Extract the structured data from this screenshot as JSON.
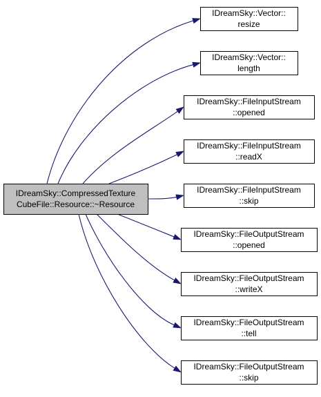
{
  "colors": {
    "edge": "#191970",
    "root_fill": "#bfbfbf",
    "node_fill": "#ffffff",
    "border": "#000000"
  },
  "root": {
    "id": "root",
    "lines": [
      "IDreamSky::CompressedTexture",
      "CubeFile::Resource::~Resource"
    ]
  },
  "nodes": [
    {
      "id": "n0",
      "lines": [
        "IDreamSky::Vector::",
        "resize"
      ]
    },
    {
      "id": "n1",
      "lines": [
        "IDreamSky::Vector::",
        "length"
      ]
    },
    {
      "id": "n2",
      "lines": [
        "IDreamSky::FileInputStream",
        "::opened"
      ]
    },
    {
      "id": "n3",
      "lines": [
        "IDreamSky::FileInputStream",
        "::readX"
      ]
    },
    {
      "id": "n4",
      "lines": [
        "IDreamSky::FileInputStream",
        "::skip"
      ]
    },
    {
      "id": "n5",
      "lines": [
        "IDreamSky::FileOutputStream",
        "::opened"
      ]
    },
    {
      "id": "n6",
      "lines": [
        "IDreamSky::FileOutputStream",
        "::writeX"
      ]
    },
    {
      "id": "n7",
      "lines": [
        "IDreamSky::FileOutputStream",
        "::tell"
      ]
    },
    {
      "id": "n8",
      "lines": [
        "IDreamSky::FileOutputStream",
        "::skip"
      ]
    }
  ],
  "edges": [
    {
      "from": "root",
      "to": "n0"
    },
    {
      "from": "root",
      "to": "n1"
    },
    {
      "from": "root",
      "to": "n2"
    },
    {
      "from": "root",
      "to": "n3"
    },
    {
      "from": "root",
      "to": "n4"
    },
    {
      "from": "root",
      "to": "n5"
    },
    {
      "from": "root",
      "to": "n6"
    },
    {
      "from": "root",
      "to": "n7"
    },
    {
      "from": "root",
      "to": "n8"
    }
  ]
}
